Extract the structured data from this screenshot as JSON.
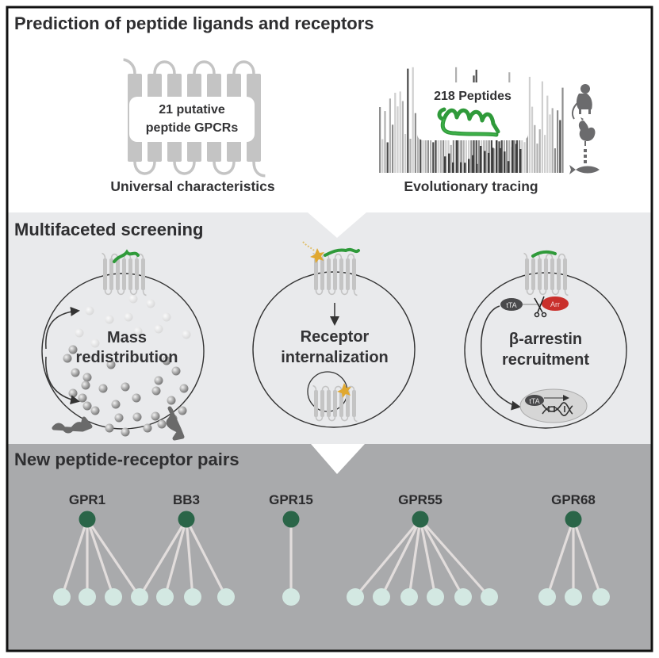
{
  "figure": {
    "colors": {
      "frame": "#111111",
      "section1_bg": "#ffffff",
      "section2_bg": "#e9eaec",
      "section3_bg": "#a9aaac",
      "receptor_node": "#2a6548",
      "peptide_node": "#d3e8e2",
      "edge": "#e2dddc",
      "gpcr_gray": "#c4c4c4",
      "peptide_green": "#2f9a3a",
      "ligand_gold": "#e0a830",
      "arrestin_red": "#c9302c",
      "tta_dark": "#4a4a4c"
    },
    "sections": [
      {
        "title": "Prediction of peptide ligands and receptors",
        "panels": [
          {
            "box_lines": [
              "21 putative",
              "peptide GPCRs"
            ],
            "caption": "Universal characteristics",
            "icon": "gpcr-7tm-icon"
          },
          {
            "box_lines": [
              "218 Peptides"
            ],
            "caption": "Evolutionary tracing",
            "icon": "barcode-alignment-icon",
            "species_icons": [
              "monkey-icon",
              "rooster-icon",
              "fish-icon"
            ]
          }
        ]
      },
      {
        "title": "Multifaceted screening",
        "assays": [
          {
            "lines": [
              "Mass",
              "redistribution"
            ],
            "icon": "cell-mass-redistribution-icon"
          },
          {
            "lines": [
              "Receptor",
              "internalization"
            ],
            "icon": "cell-internalization-icon"
          },
          {
            "lines": [
              "β-arrestin",
              "recruitment"
            ],
            "icon": "cell-arrestin-icon",
            "tta_label": "tTA",
            "arr_label": "Arr"
          }
        ]
      },
      {
        "title": "New peptide-receptor pairs",
        "receptors": [
          {
            "name": "GPR1",
            "peptides": [
              0,
              1,
              2,
              3
            ]
          },
          {
            "name": "BB3",
            "peptides": [
              3,
              4,
              5,
              6
            ]
          },
          {
            "name": "GPR15",
            "peptides": [
              7
            ]
          },
          {
            "name": "GPR55",
            "peptides": [
              8,
              9,
              10,
              11,
              12,
              13
            ]
          },
          {
            "name": "GPR68",
            "peptides": [
              14,
              15,
              16
            ]
          }
        ],
        "peptide_count": 17
      }
    ]
  }
}
